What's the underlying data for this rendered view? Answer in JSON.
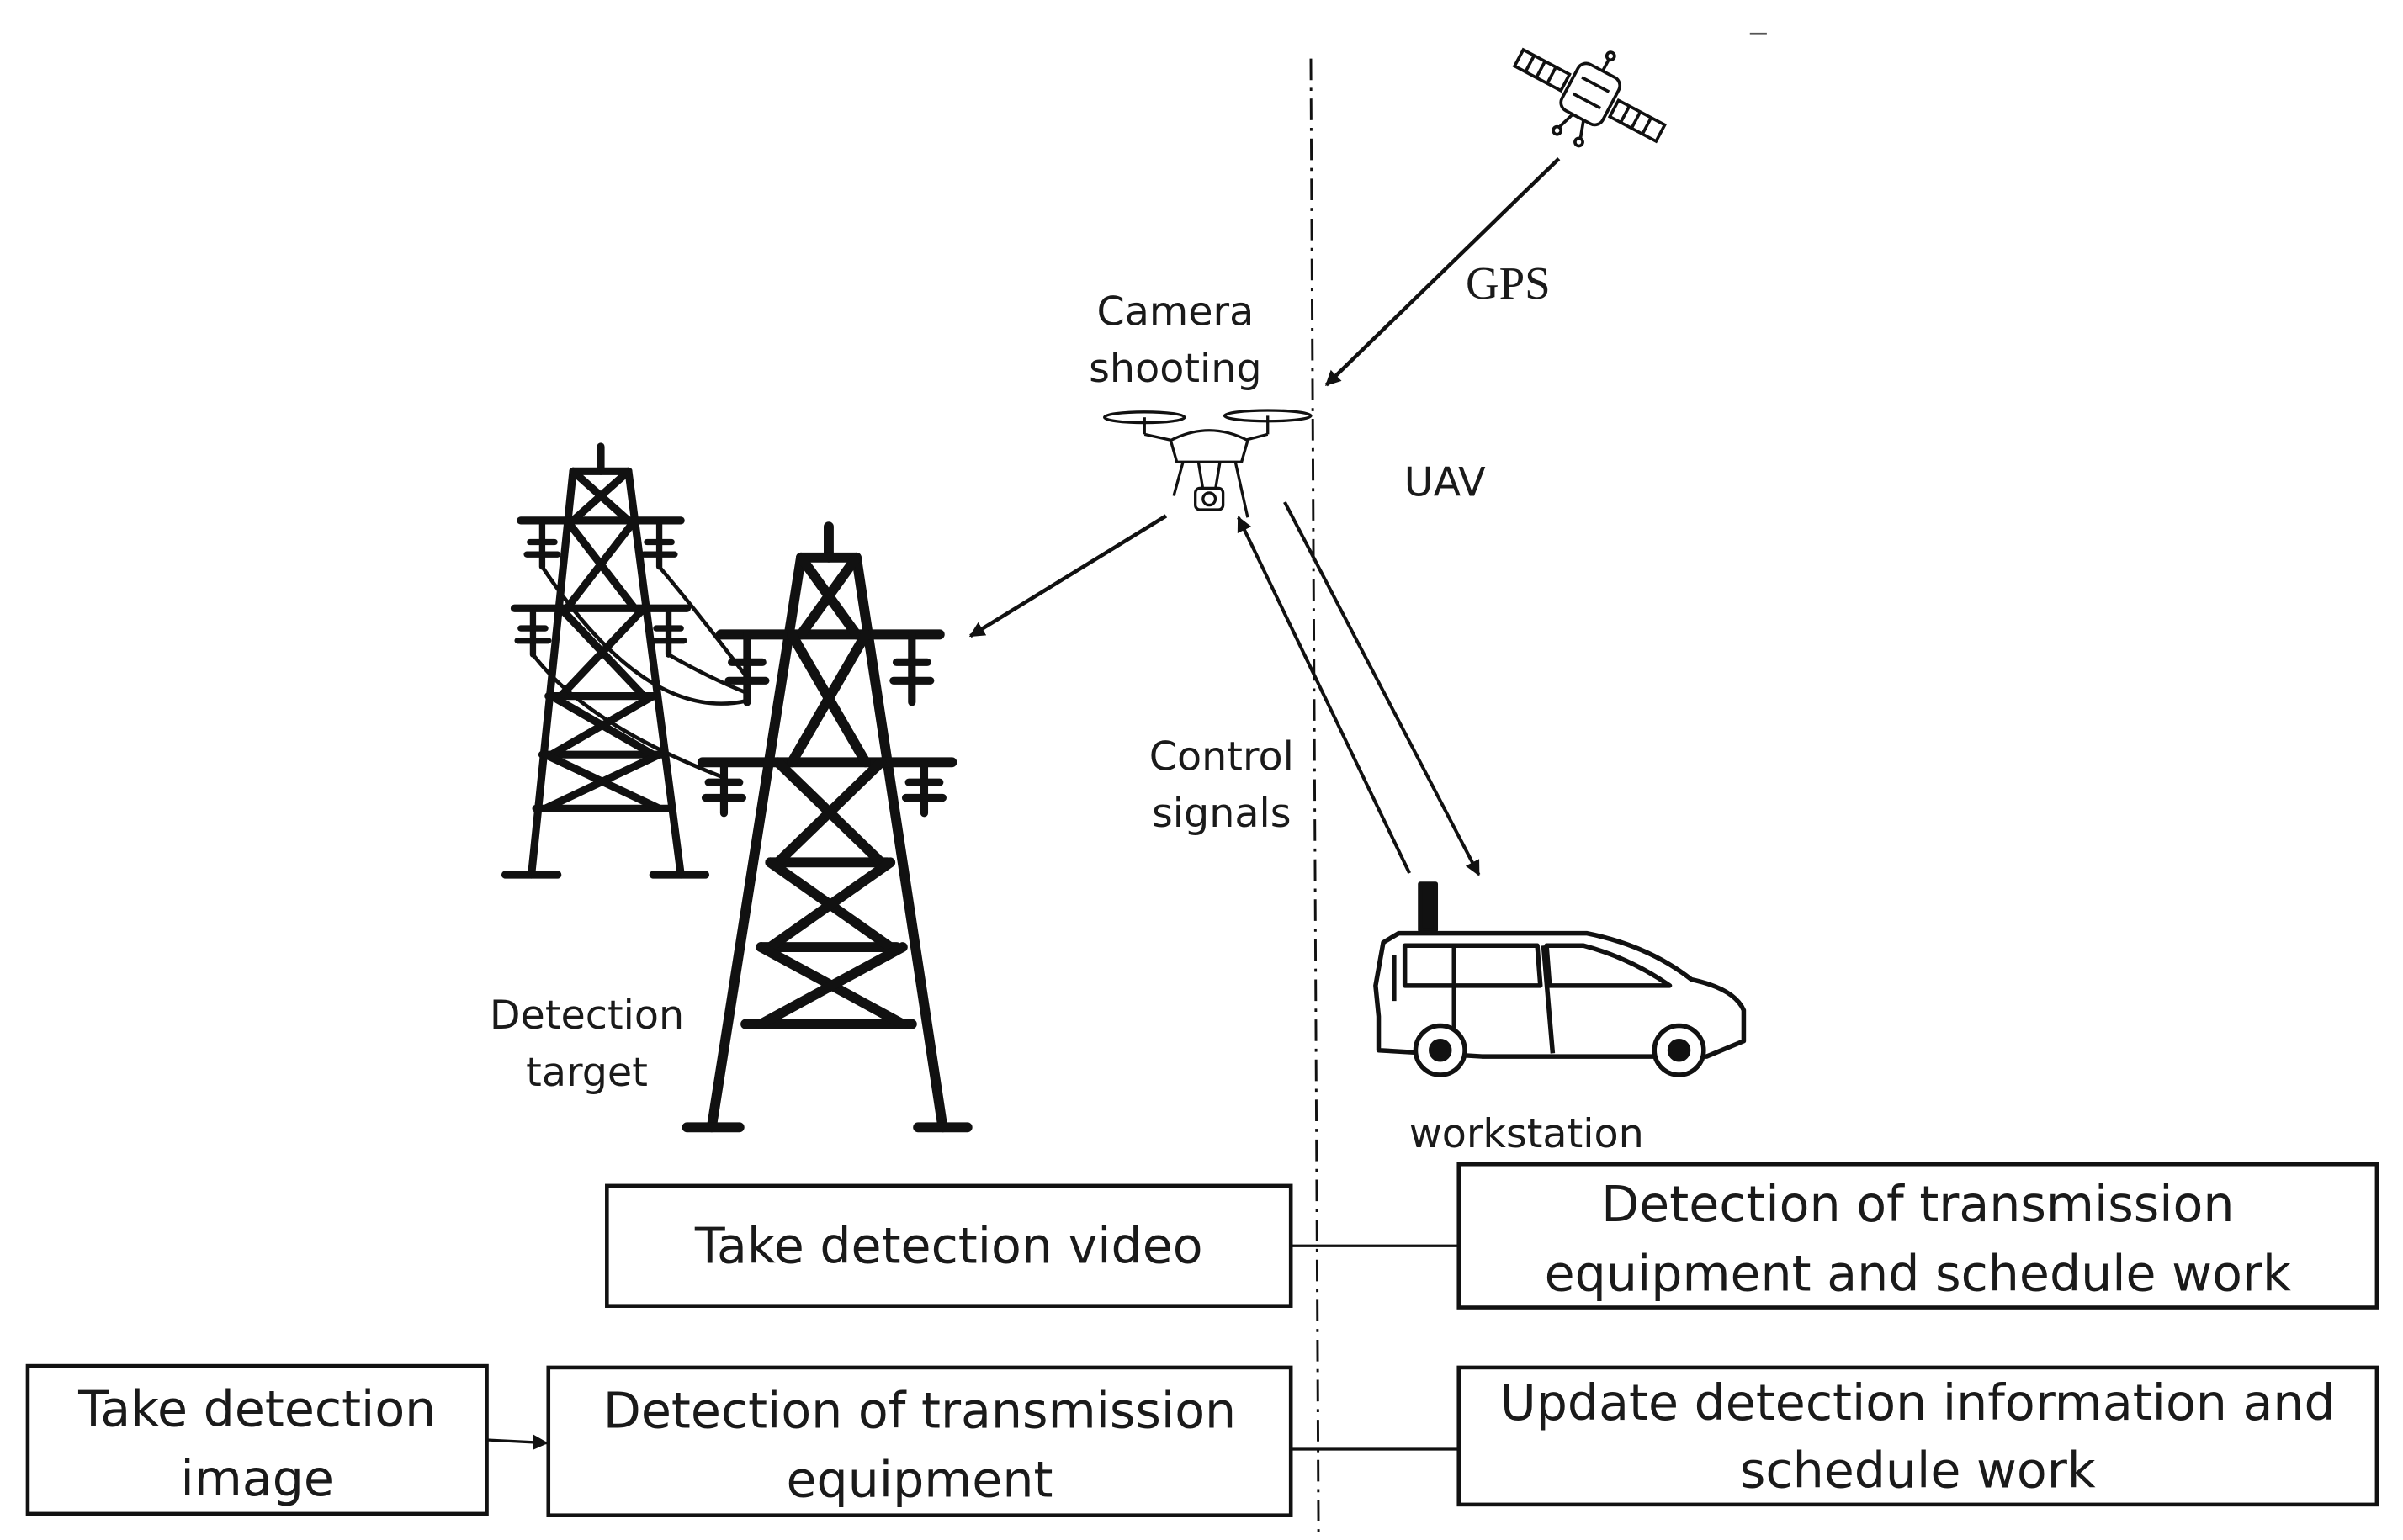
{
  "labels": {
    "gps": "GPS",
    "camera_line1": "Camera",
    "camera_line2": "shooting",
    "uav": "UAV",
    "control_line1": "Control",
    "control_line2": "signals",
    "detection_target_line1": "Detection",
    "detection_target_line2": "target",
    "workstation": "workstation"
  },
  "boxes": {
    "take_video": "Take detection video",
    "detect_schedule_line1": "Detection of transmission",
    "detect_schedule_line2": "equipment and schedule work",
    "take_image_line1": "Take detection",
    "take_image_line2": "image",
    "detect_equipment_line1": "Detection of transmission",
    "detect_equipment_line2": "equipment",
    "update_line1": "Update detection information and",
    "update_line2": "schedule work"
  },
  "icons": [
    "satellite-icon",
    "drone-icon",
    "transmission-tower-icon",
    "van-icon"
  ]
}
